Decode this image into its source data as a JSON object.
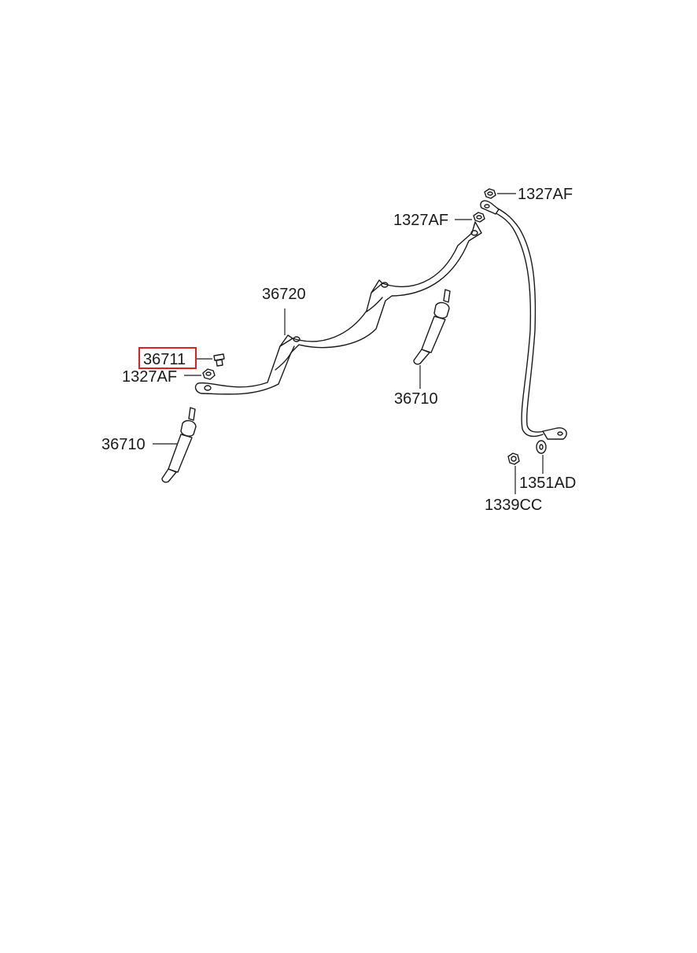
{
  "labels": {
    "nut_top_right": "1327AF",
    "nut_upper": "1327AF",
    "bracket": "36720",
    "bolt_highlighted": "36711",
    "nut_left": "1327AF",
    "glow_plug_right": "36710",
    "glow_plug_left": "36710",
    "washer": "1351AD",
    "nut_bottom": "1339CC"
  },
  "highlight_color": "#e02020"
}
